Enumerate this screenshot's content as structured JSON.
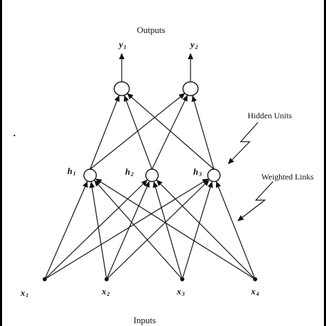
{
  "labels": {
    "outputs": "Outputs",
    "inputs": "Inputs",
    "hidden_units": "Hidden Units",
    "weighted_links": "Weighted Links"
  },
  "outputs": [
    {
      "base": "y",
      "sub": "1"
    },
    {
      "base": "y",
      "sub": "2"
    }
  ],
  "hidden": [
    {
      "base": "h",
      "sub": "1"
    },
    {
      "base": "h",
      "sub": "2"
    },
    {
      "base": "h",
      "sub": "3"
    }
  ],
  "inputs": [
    {
      "base": "x",
      "sub": "1"
    },
    {
      "base": "x",
      "sub": "2"
    },
    {
      "base": "x",
      "sub": "3"
    },
    {
      "base": "x",
      "sub": "4"
    }
  ],
  "colors": {
    "frame": "#000000",
    "background": "#ffffff",
    "ink": "#111111"
  }
}
